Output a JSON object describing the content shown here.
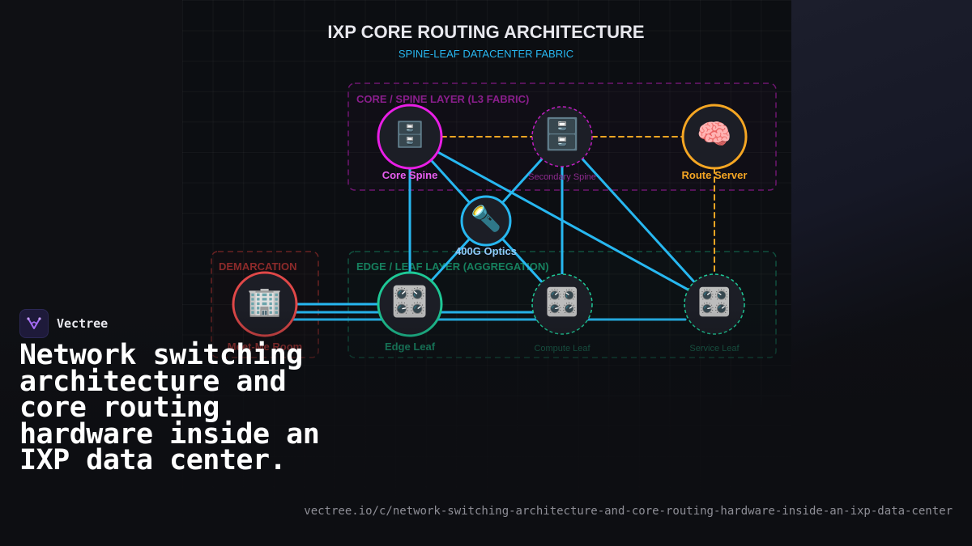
{
  "diagram": {
    "title": "IXP CORE ROUTING ARCHITECTURE",
    "subtitle": "SPINE-LEAF DATACENTER FABRIC",
    "groups": {
      "core": "CORE / SPINE LAYER (L3 FABRIC)",
      "demarc": "DEMARCATION",
      "edge": "EDGE / LEAF LAYER (AGGREGATION)"
    },
    "nodes": [
      {
        "id": "core_spine",
        "label": "Core Spine",
        "icon": "🗄️",
        "icon_name": "server-cabinet-icon",
        "color": "#e91ee6",
        "style": "solid"
      },
      {
        "id": "secondary_spine",
        "label": "Secondary Spine",
        "icon": "🗄️",
        "icon_name": "server-cabinet-icon",
        "color": "#c01ec0",
        "style": "dashed"
      },
      {
        "id": "route_server",
        "label": "Route Server",
        "icon": "🧠",
        "icon_name": "brain-icon",
        "color": "#f5a623",
        "style": "solid"
      },
      {
        "id": "optics",
        "label": "400G Optics",
        "icon": "🔦",
        "icon_name": "flashlight-icon",
        "color": "#27b7f0",
        "style": "solid"
      },
      {
        "id": "meet_me",
        "label": "Meet-Me Room",
        "icon": "🏢",
        "icon_name": "office-building-icon",
        "color": "#e04848",
        "style": "solid"
      },
      {
        "id": "edge_leaf",
        "label": "Edge Leaf",
        "icon": "🎛️",
        "icon_name": "control-knobs-icon",
        "color": "#1ec896",
        "style": "solid"
      },
      {
        "id": "compute_leaf",
        "label": "Compute Leaf",
        "icon": "🎛️",
        "icon_name": "control-knobs-icon",
        "color": "#1ec896",
        "style": "dashed"
      },
      {
        "id": "service_leaf",
        "label": "Service Leaf",
        "icon": "🎛️",
        "icon_name": "control-knobs-icon",
        "color": "#1ec896",
        "style": "dashed"
      }
    ],
    "links": [
      {
        "from": "core_spine",
        "to": "secondary_spine",
        "kind": "control"
      },
      {
        "from": "secondary_spine",
        "to": "route_server",
        "kind": "control"
      },
      {
        "from": "route_server",
        "to": "service_leaf",
        "kind": "control"
      },
      {
        "from": "core_spine",
        "to": "edge_leaf",
        "kind": "data"
      },
      {
        "from": "core_spine",
        "to": "optics",
        "kind": "data"
      },
      {
        "from": "core_spine",
        "to": "service_leaf",
        "kind": "data"
      },
      {
        "from": "secondary_spine",
        "to": "optics",
        "kind": "data"
      },
      {
        "from": "secondary_spine",
        "to": "compute_leaf",
        "kind": "data"
      },
      {
        "from": "secondary_spine",
        "to": "service_leaf",
        "kind": "data"
      },
      {
        "from": "optics",
        "to": "edge_leaf",
        "kind": "data"
      },
      {
        "from": "optics",
        "to": "compute_leaf",
        "kind": "data"
      },
      {
        "from": "meet_me",
        "to": "edge_leaf",
        "kind": "data"
      },
      {
        "from": "meet_me",
        "to": "compute_leaf",
        "kind": "data"
      },
      {
        "from": "meet_me",
        "to": "service_leaf",
        "kind": "data"
      }
    ],
    "colors": {
      "title": "#e8e8ee",
      "subtitle": "#27b7f0",
      "data_link": "#27b7f0",
      "control_link": "#f5a623",
      "core_group": "#7a1a7a",
      "demarc_group": "#7a2424",
      "edge_group": "#125e48"
    }
  },
  "brand": {
    "name": "Vectree",
    "logo_icon": "vectree-logo-icon"
  },
  "headline": "Network switching architecture and core routing hardware inside an IXP data center.",
  "url": "vectree.io/c/network-switching-architecture-and-core-routing-hardware-inside-an-ixp-data-center"
}
